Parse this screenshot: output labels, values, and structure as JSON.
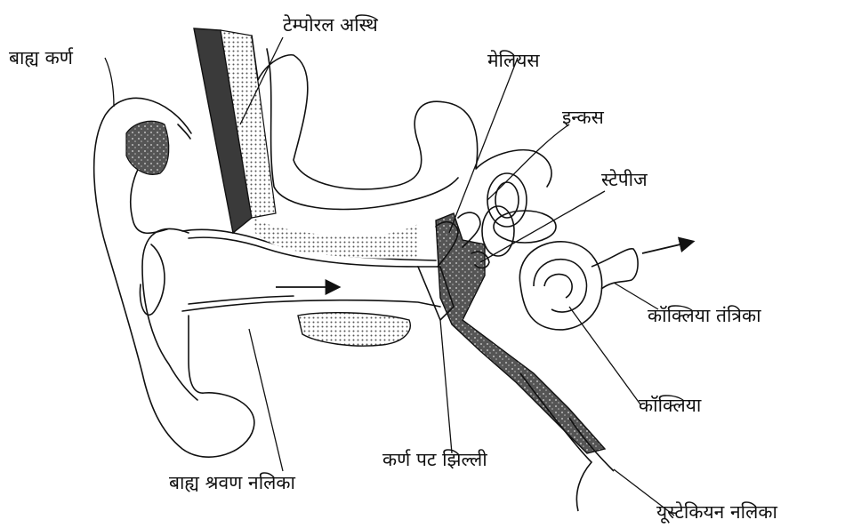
{
  "labels": {
    "outer_ear": "बाह्य कर्ण",
    "temporal_bone": "टेम्पोरल अस्थि",
    "malleus": "मेलियस",
    "incus": "इन्कस",
    "stapes": "स्टेपीज",
    "cochlear_nerve": "कॉक्लिया तंत्रिका",
    "cochlea": "कॉक्लिया",
    "eardrum": "कर्ण पट झिल्ली",
    "ear_canal": "बाह्य श्रवण नलिका",
    "eustachian_tube": "यूस्टेकियन नलिका"
  },
  "colors": {
    "ink": "#111111",
    "bone_fill": "#3a3a3a",
    "paper": "#ffffff"
  }
}
